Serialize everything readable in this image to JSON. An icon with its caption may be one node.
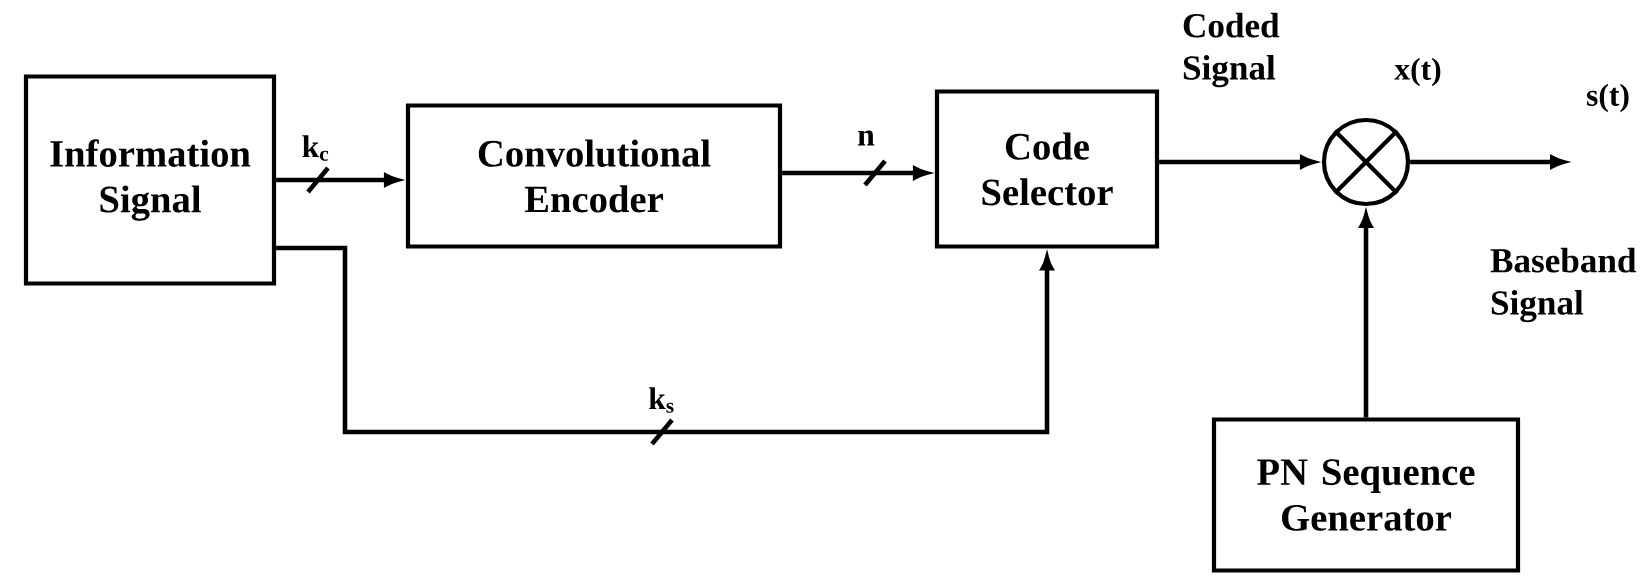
{
  "diagram": {
    "nodes": [
      {
        "text": [
          "Information Signal"
        ]
      },
      {
        "text": [
          "Convolutional Encoder"
        ]
      },
      {
        "text": [
          "Code Selector"
        ]
      },
      {
        "text": [],
        "shape": "circle"
      },
      {
        "text": [
          "PN Sequence Generator"
        ]
      }
    ],
    "edges": [
      {
        "from": 0,
        "to": 1,
        "arrow": "to",
        "label": "k$_{c}$"
      },
      {
        "from": 1,
        "to": 2,
        "arrow": "to",
        "label": "n"
      },
      {
        "from": 0,
        "to": 2,
        "arrow": "to",
        "label": "k$_{s}$"
      },
      {
        "from": 2,
        "to": 3,
        "arrow": "to"
      },
      {
        "from": 4,
        "to": 3,
        "arrow": "to"
      },
      {
        "from": 3,
        "to": null,
        "arrow": "to"
      }
    ],
    "labels": [
      "Coded Signal",
      "x(t)",
      "s(t)",
      "Baseband Signal"
    ]
  }
}
